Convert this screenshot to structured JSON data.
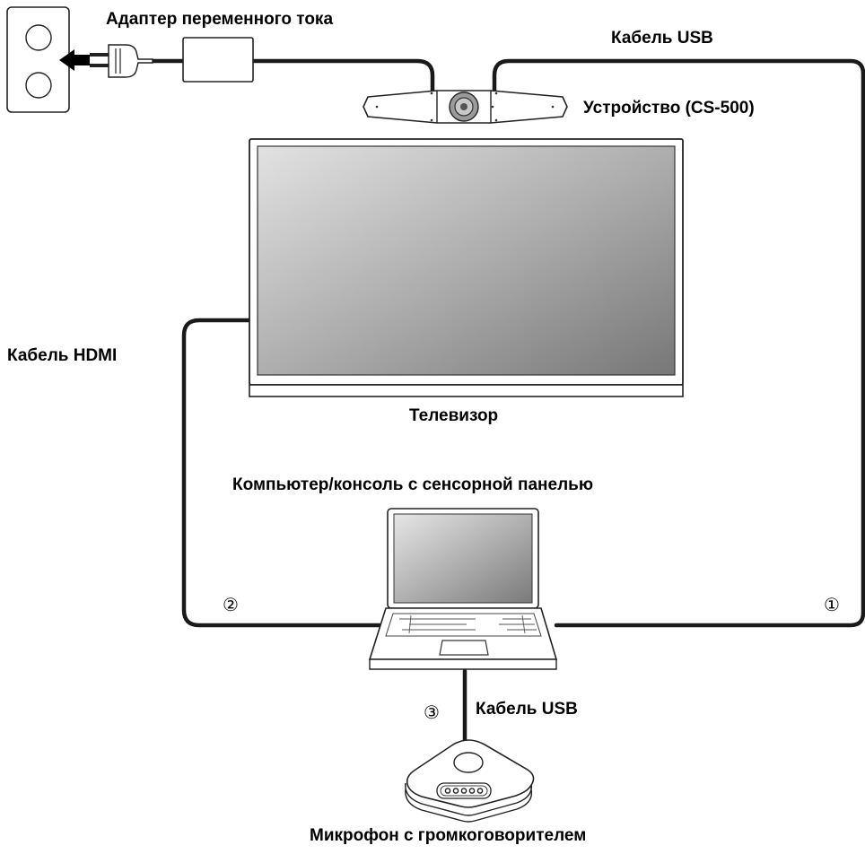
{
  "labels": {
    "ac_adapter": "Адаптер переменного тока",
    "usb_cable_top": "Кабель USB",
    "device": "Устройство (CS-500)",
    "hdmi_cable": "Кабель HDMI",
    "tv": "Телевизор",
    "computer": "Компьютер/консоль с сенсорной панелью",
    "usb_cable_bottom": "Кабель USB",
    "speakerphone": "Микрофон с громкоговорителем"
  },
  "markers": {
    "one": "①",
    "two": "②",
    "three": "③"
  }
}
